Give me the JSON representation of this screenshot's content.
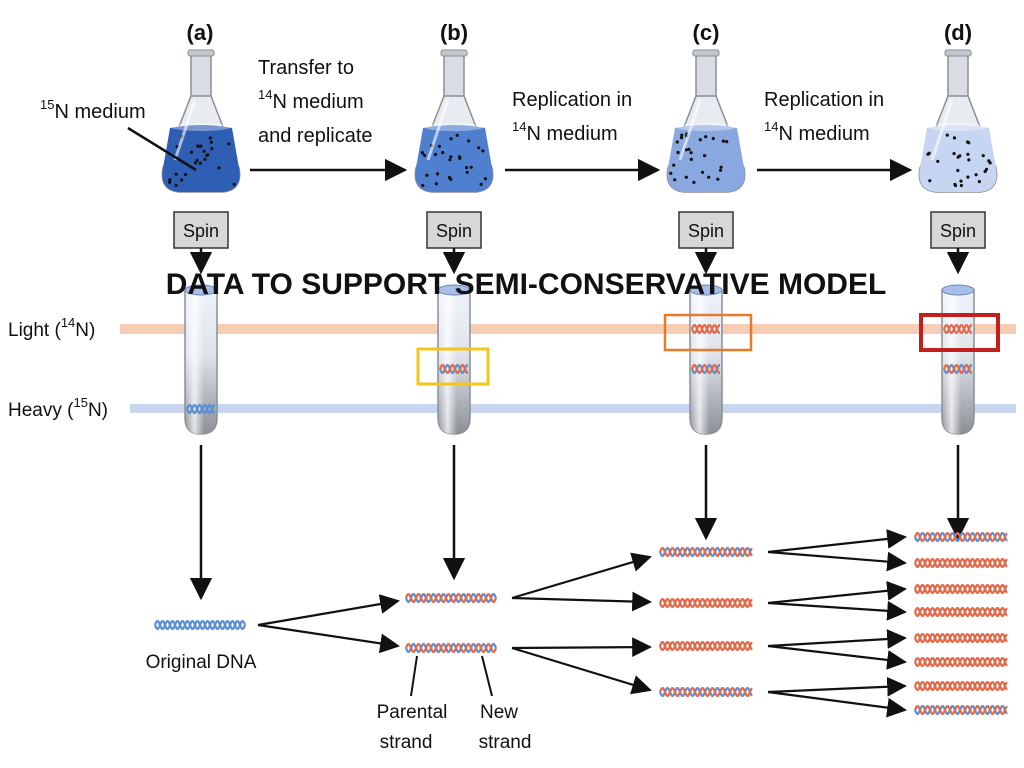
{
  "banner": "DATA TO SUPPORT SEMI-CONSERVATIVE MODEL",
  "panels": [
    {
      "label": "(a)",
      "medium_fill": "#2f5fb5",
      "spin": "Spin"
    },
    {
      "label": "(b)",
      "medium_fill": "#4f7fcf",
      "spin": "Spin"
    },
    {
      "label": "(c)",
      "medium_fill": "#8aa8e0",
      "spin": "Spin"
    },
    {
      "label": "(d)",
      "medium_fill": "#c6d6f2",
      "spin": "Spin"
    }
  ],
  "medium_label": "N medium",
  "medium_superscript": "15",
  "steps": [
    {
      "lines": [
        "Transfer to",
        "N medium",
        "and replicate"
      ],
      "superscript_line": 1,
      "superscript": "14"
    },
    {
      "lines": [
        "Replication in",
        "N medium"
      ],
      "superscript_line": 1,
      "superscript": "14"
    },
    {
      "lines": [
        "Replication in",
        "N medium"
      ],
      "superscript_line": 1,
      "superscript": "14"
    }
  ],
  "axis": {
    "light_prefix": "Light (",
    "light_sup": "14",
    "light_suffix": "N)",
    "heavy_prefix": "Heavy (",
    "heavy_sup": "15",
    "heavy_suffix": "N)"
  },
  "captions": {
    "original_dna": "Original DNA",
    "parental_strand": [
      "Parental",
      "strand"
    ],
    "new_strand": [
      "New",
      "strand"
    ]
  },
  "colors": {
    "light_band": "#f7cdb6",
    "heavy_band": "#c9d6f0",
    "highlight_b": "#f5c518",
    "highlight_c": "#e87b2a",
    "highlight_d": "#c21f1f",
    "parental_strand": "#5a8fd6",
    "new_strand": "#e06a4a"
  }
}
